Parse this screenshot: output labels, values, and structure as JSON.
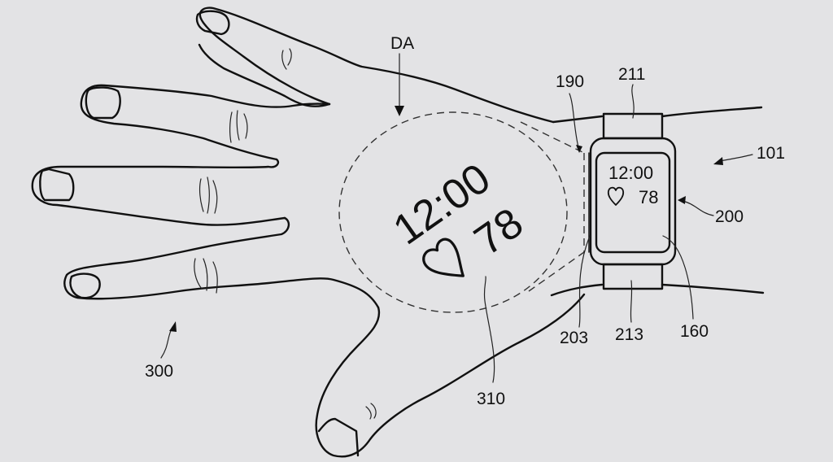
{
  "figure": {
    "background": "#e3e3e5",
    "line_color": "#111111",
    "labels": {
      "da": "DA",
      "l190": "190",
      "l211": "211",
      "l101": "101",
      "l200": "200",
      "l203": "203",
      "l213": "213",
      "l160": "160",
      "l300": "300",
      "l310": "310"
    },
    "projected_display": {
      "time": "12:00",
      "heart_rate": "78",
      "icon": "heart-icon"
    },
    "watch_screen": {
      "time": "12:00",
      "heart_rate": "78",
      "icon": "heart-icon"
    }
  }
}
